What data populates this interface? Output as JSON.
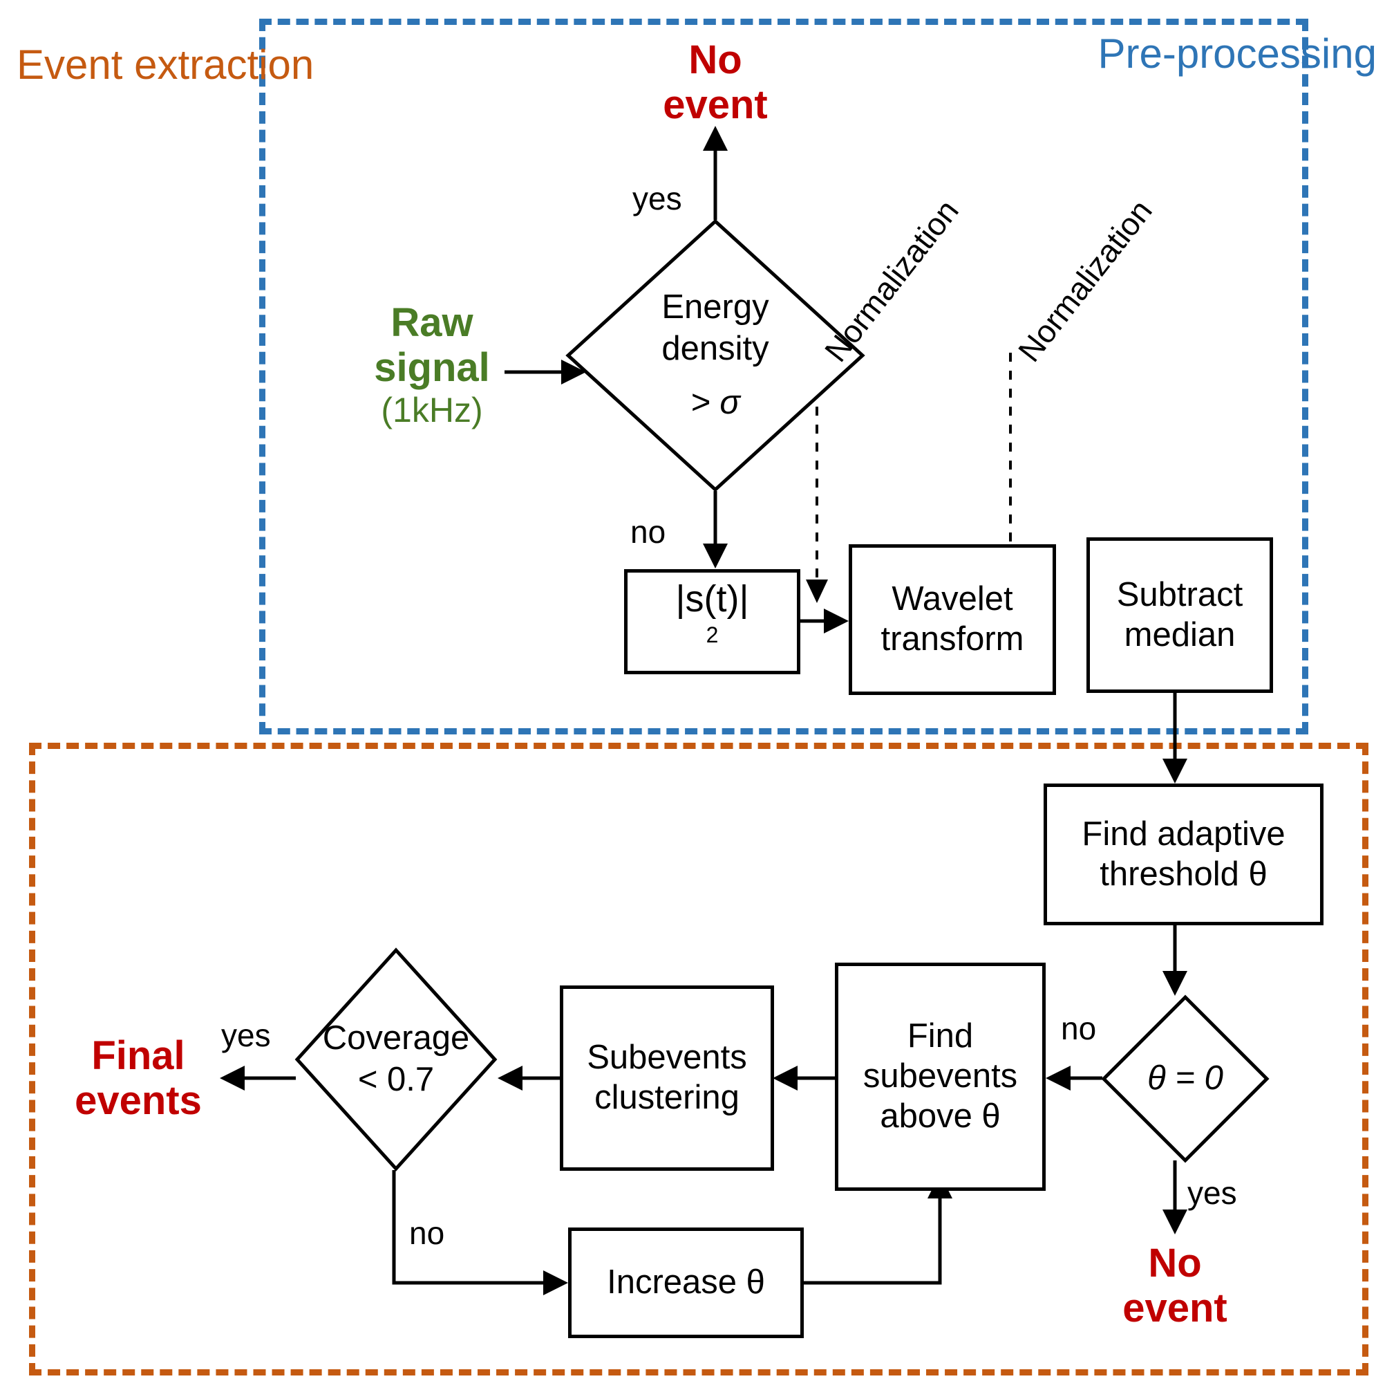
{
  "diagram": {
    "title_present": false,
    "groups": [
      {
        "id": "preprocessing",
        "label": "Pre-processing",
        "color": "#2e75b6",
        "style": "dashed"
      },
      {
        "id": "event_extraction",
        "label": "Event extraction",
        "color": "#c55a11",
        "style": "dashed"
      }
    ],
    "terminators": [
      {
        "id": "raw_signal",
        "label": "Raw",
        "label_line2": "signal",
        "sublabel": "(1kHz)",
        "color": "#4a7c26"
      },
      {
        "id": "no_event_top",
        "label": "No",
        "label_line2": "event",
        "color": "#c00000"
      },
      {
        "id": "no_event_bottom",
        "label": "No",
        "label_line2": "event",
        "color": "#c00000"
      },
      {
        "id": "final_events",
        "label": "Final",
        "label_line2": "events",
        "color": "#c00000"
      }
    ],
    "decisions": [
      {
        "id": "energy_density",
        "line1": "Energy",
        "line2": "density",
        "line3": "> σ"
      },
      {
        "id": "theta_zero",
        "line1": "θ = 0"
      },
      {
        "id": "coverage",
        "line1": "Coverage",
        "line2": "< 0.7"
      }
    ],
    "processes": [
      {
        "id": "magnitude_squared",
        "label": "|s(t)|",
        "superscript": "2"
      },
      {
        "id": "wavelet_transform",
        "line1": "Wavelet",
        "line2": "transform"
      },
      {
        "id": "subtract_median",
        "line1": "Subtract",
        "line2": "median"
      },
      {
        "id": "find_threshold",
        "line1": "Find adaptive",
        "line2": "threshold θ"
      },
      {
        "id": "find_subevents",
        "line1": "Find",
        "line2": "subevents",
        "line3": "above θ"
      },
      {
        "id": "subevents_clustering",
        "line1": "Subevents",
        "line2": "clustering"
      },
      {
        "id": "increase_theta",
        "line1": "Increase θ"
      }
    ],
    "edge_labels": {
      "energy_yes": "yes",
      "energy_no": "no",
      "normalization_1": "Normalization",
      "normalization_2": "Normalization",
      "theta_no": "no",
      "theta_yes": "yes",
      "coverage_yes": "yes",
      "coverage_no": "no"
    }
  }
}
